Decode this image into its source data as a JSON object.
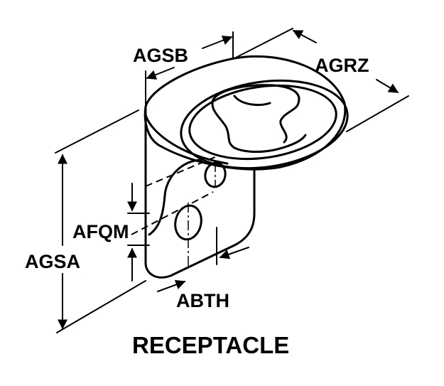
{
  "diagram": {
    "title": "RECEPTACLE",
    "dimensions": {
      "agsb": "AGSB",
      "agrz": "AGRZ",
      "afqm": "AFQM",
      "agsa": "AGSA",
      "abth": "ABTH"
    }
  }
}
